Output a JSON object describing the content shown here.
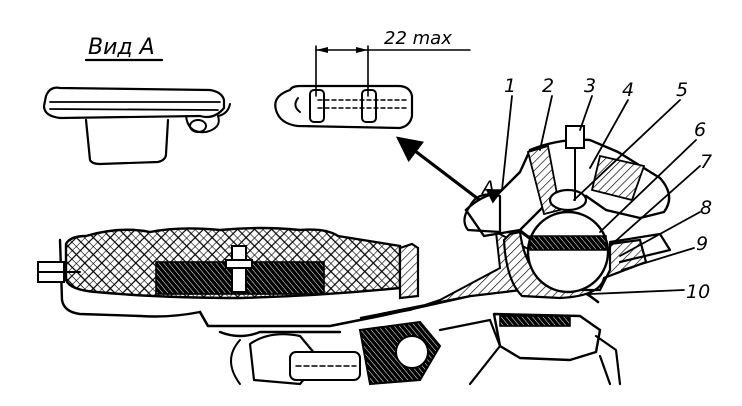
{
  "view_title": "Вид А",
  "view_marker": "А",
  "dimension_label": "22 max",
  "part_numbers": [
    "1",
    "2",
    "3",
    "4",
    "5",
    "6",
    "7",
    "8",
    "9",
    "10"
  ],
  "icons": {
    "hatch": "crosshatch-pattern",
    "detail_arrow": "arrow-icon"
  }
}
